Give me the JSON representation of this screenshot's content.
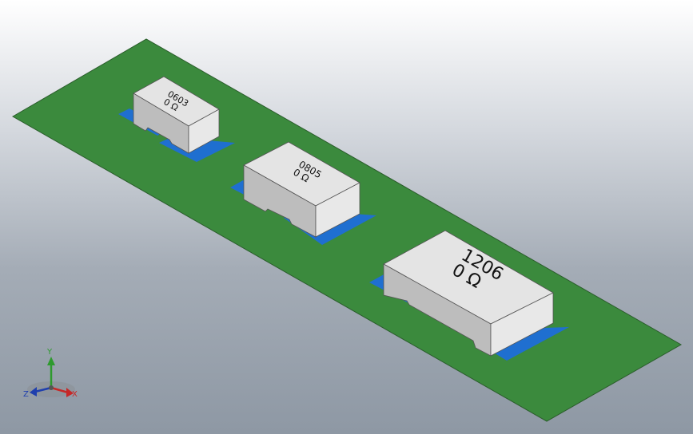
{
  "colors": {
    "board": "#3b8a3d",
    "pads": "#1f6fd0",
    "component_top": "#e4e4e4",
    "component_side": "#bdbdbd",
    "text": "#111111",
    "axis_x": "#c62828",
    "axis_y": "#2e9a2e",
    "axis_z": "#1f3fae"
  },
  "components": [
    {
      "size_code": "0603",
      "value": "0 Ω"
    },
    {
      "size_code": "0805",
      "value": "0 Ω"
    },
    {
      "size_code": "1206",
      "value": "0 Ω"
    }
  ],
  "triad": {
    "x_label": "X",
    "y_label": "Y",
    "z_label": "Z",
    "icons": [
      "x-axis-arrow",
      "y-axis-arrow",
      "z-axis-arrow"
    ]
  }
}
